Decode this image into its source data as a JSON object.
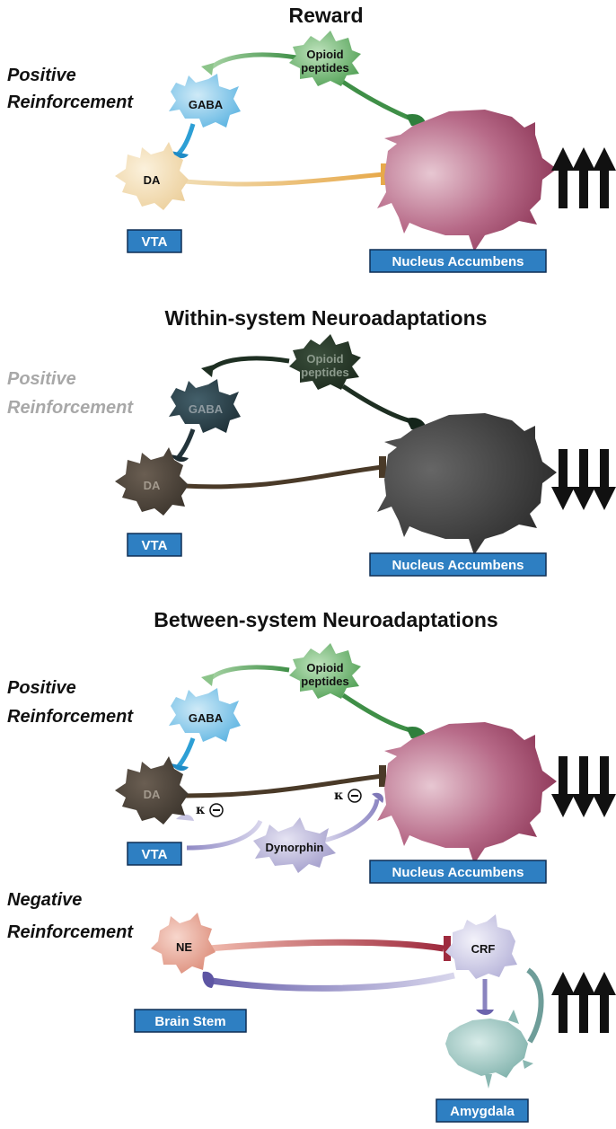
{
  "panels": {
    "reward": {
      "title": "Reward",
      "reinforcement": [
        "Positive",
        "Reinforcement"
      ],
      "cells": {
        "gaba": "GABA",
        "opioid": [
          "Opioid",
          "peptides"
        ],
        "da": "DA"
      },
      "labels": {
        "vta": "VTA",
        "nacc": "Nucleus Accumbens"
      },
      "arrow_direction": "up",
      "arrow_count": 3
    },
    "within": {
      "title": "Within-system Neuroadaptations",
      "reinforcement": [
        "Positive",
        "Reinforcement"
      ],
      "cells": {
        "gaba": "GABA",
        "opioid": [
          "Opioid",
          "peptides"
        ],
        "da": "DA"
      },
      "labels": {
        "vta": "VTA",
        "nacc": "Nucleus Accumbens"
      },
      "arrow_direction": "down",
      "arrow_count": 3
    },
    "between": {
      "title": "Between-system Neuroadaptations",
      "reinforcement": [
        "Positive",
        "Reinforcement"
      ],
      "cells": {
        "gaba": "GABA",
        "opioid": [
          "Opioid",
          "peptides"
        ],
        "da": "DA",
        "dynorphin": "Dynorphin"
      },
      "kappa_symbol": "κ",
      "labels": {
        "vta": "VTA",
        "nacc": "Nucleus Accumbens"
      },
      "arrow_direction": "down",
      "arrow_count": 3
    },
    "negative": {
      "reinforcement": [
        "Negative",
        "Reinforcement"
      ],
      "cells": {
        "ne": "NE",
        "crf": "CRF"
      },
      "labels": {
        "brainstem": "Brain Stem",
        "amygdala": "Amygdala"
      },
      "arrow_direction": "up",
      "arrow_count": 3
    }
  },
  "colors": {
    "label_box": "#2e7fc2",
    "gaba": "#7cc4e8",
    "opioid": "#6db56f",
    "da": "#f1dcb2",
    "nacc": "#a8506f",
    "within_dark": "#3d3d3d",
    "dynorphin": "#b4b0d6",
    "ne": "#e8a796",
    "crf": "#c9c7e3",
    "amygdala": "#9cc5c0",
    "faded_text": "#a8a8a8"
  }
}
